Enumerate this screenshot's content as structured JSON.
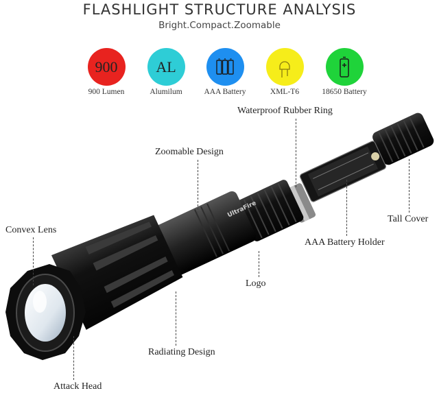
{
  "header": {
    "title": "FLASHLIGHT STRUCTURE ANALYSIS",
    "subtitle": "Bright.Compact.Zoomable"
  },
  "features": [
    {
      "text": "900",
      "label": "900 Lumen",
      "color": "#e8231f",
      "icon": "lumen-icon"
    },
    {
      "text": "AL",
      "label": "Alumilum",
      "color": "#2ecdd6",
      "icon": "aluminum-icon"
    },
    {
      "text": "",
      "label": "AAA Battery",
      "color": "#1e8ff0",
      "icon": "aaa-battery-icon"
    },
    {
      "text": "",
      "label": "XML-T6",
      "color": "#f6ed1a",
      "icon": "led-icon"
    },
    {
      "text": "",
      "label": "18650 Battery",
      "color": "#1fd33a",
      "icon": "18650-battery-icon"
    }
  ],
  "callouts": {
    "waterproof_ring": "Waterproof Rubber Ring",
    "zoomable_design": "Zoomable Design",
    "convex_lens": "Convex Lens",
    "tall_cover": "Tall Cover",
    "battery_holder": "AAA Battery Holder",
    "logo": "Logo",
    "radiating_design": "Radiating Design",
    "attack_head": "Attack Head"
  },
  "flashlight": {
    "engraving": "UltraFire"
  }
}
